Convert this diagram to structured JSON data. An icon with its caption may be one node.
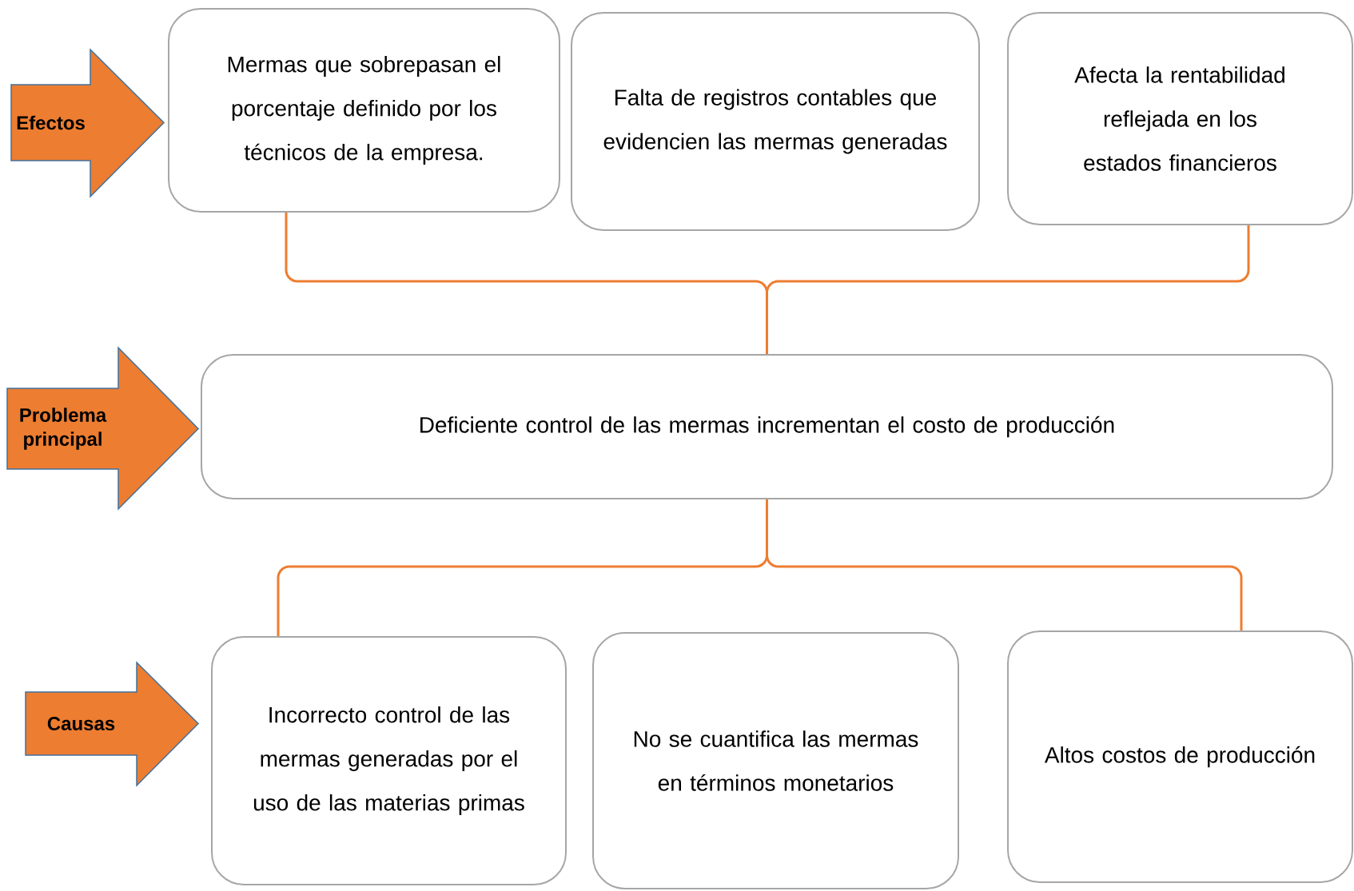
{
  "diagram": {
    "nodes": [
      {
        "text": [
          "Efectos"
        ]
      },
      {
        "text": [
          "Mermas que sobrepasan el porcentaje definido por los técnicos de la empresa."
        ]
      },
      {
        "text": [
          "Falta de registros contables que evidencien las mermas generadas"
        ]
      },
      {
        "text": [
          "Afecta la rentabilidad reflejada en los estados financieros"
        ]
      },
      {
        "text": [
          "Problema principal"
        ]
      },
      {
        "text": [
          "Deficiente control de las mermas incrementan el costo de producción"
        ]
      },
      {
        "text": [
          "Causas"
        ]
      },
      {
        "text": [
          "Incorrecto control  de las mermas generadas por el uso de las materias primas"
        ]
      },
      {
        "text": [
          "No se cuantifica las mermas en términos monetarios"
        ]
      },
      {
        "text": [
          "Altos costos de producción"
        ]
      }
    ],
    "edges": [
      {
        "from": 5,
        "to": 1,
        "arrow": "none"
      },
      {
        "from": 5,
        "to": 3,
        "arrow": "none"
      },
      {
        "from": 5,
        "to": 7,
        "arrow": "none"
      },
      {
        "from": 5,
        "to": 9,
        "arrow": "none"
      }
    ]
  }
}
